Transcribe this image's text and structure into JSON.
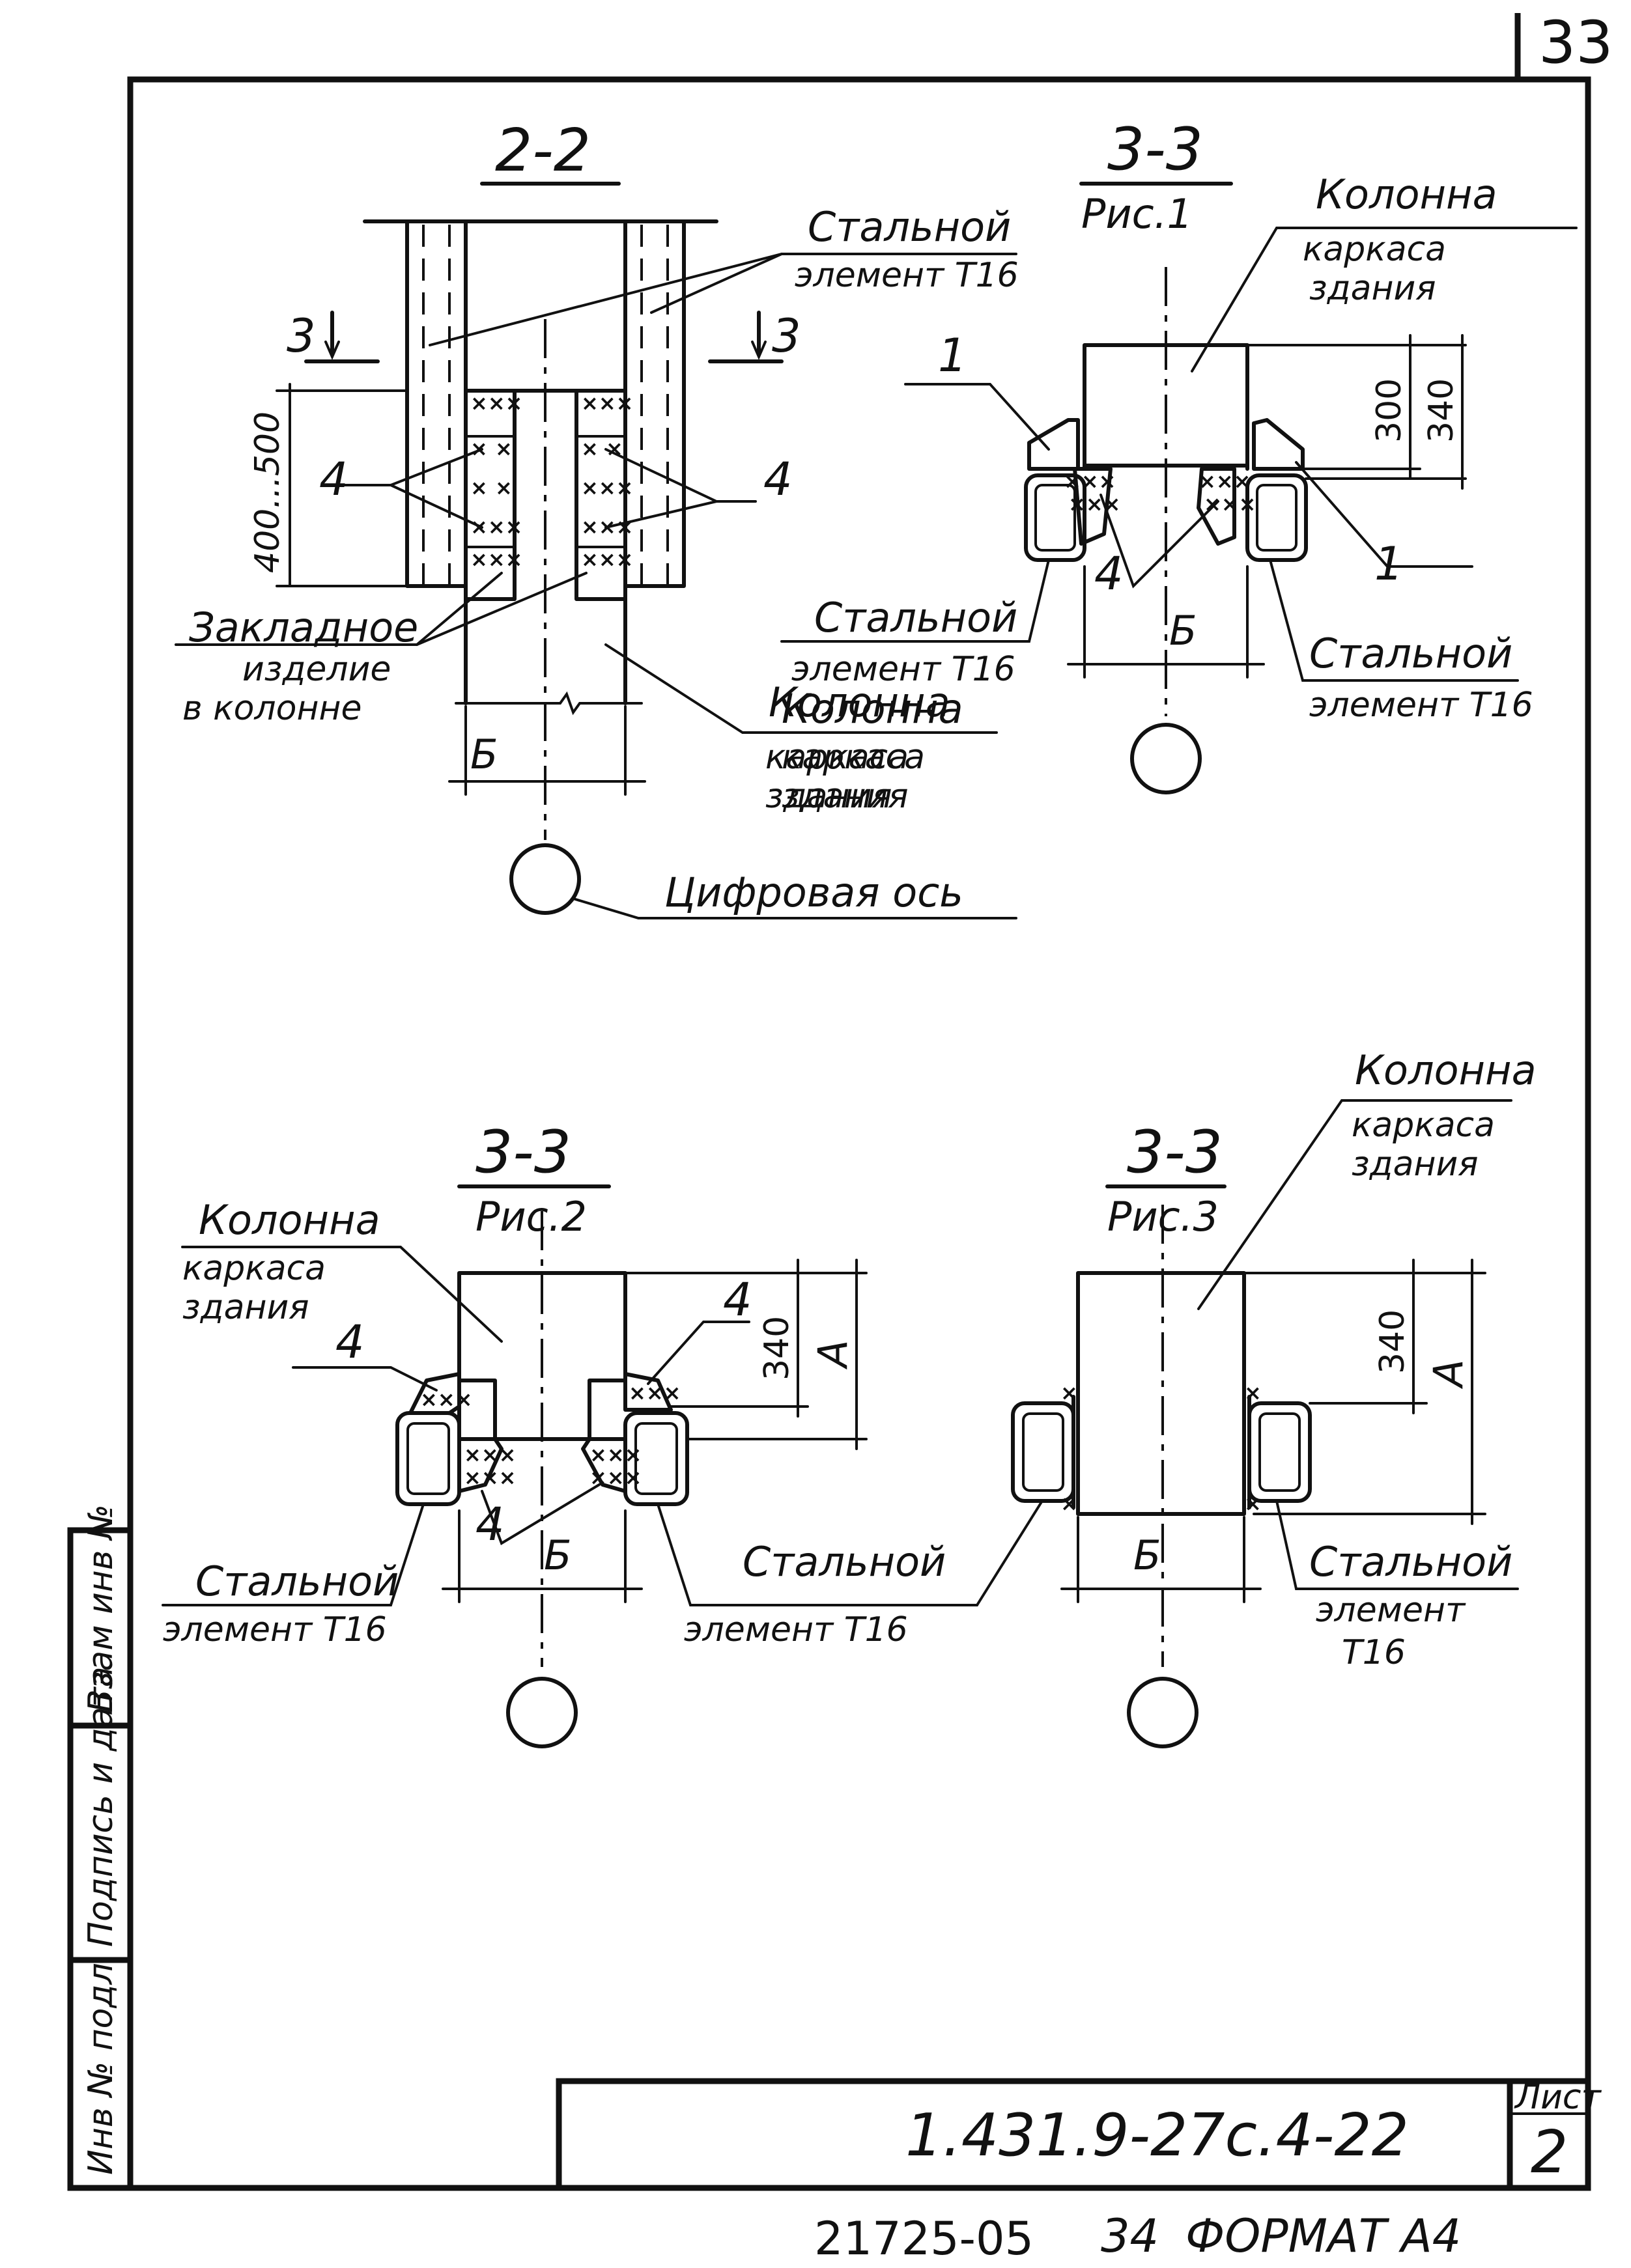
{
  "sheet": {
    "page_number": "33",
    "list_label": "Лист",
    "list_number": "2",
    "doc_code": "1.431.9-27с.4-22",
    "bottom_note_left": "21725-05",
    "bottom_note_mid": "34",
    "bottom_note_format": "ФОРМАТ А4"
  },
  "side_stamp": {
    "cell1": "Инв № подл",
    "cell2": "Подпись и дата",
    "cell3": "Взам инв №"
  },
  "views": {
    "v22": {
      "title": "2-2",
      "steel_element_1": "Стальной",
      "steel_element_2": "элемент Т16",
      "embed_1": "Закладное",
      "embed_2": "изделие",
      "embed_3": "в колонне",
      "column_1": "Колонна",
      "column_2": "каркаса",
      "column_3": "здания",
      "dim_range": "400...500",
      "dim_b": "Б",
      "mark_4a": "4",
      "mark_4b": "4",
      "section_mark_left": "3",
      "section_mark_right": "3",
      "axis_label": "Цифровая ось"
    },
    "v33_1": {
      "title": "3-3",
      "subtitle": "Рис.1",
      "column_1": "Колонна",
      "column_2": "каркаса",
      "column_3": "здания",
      "mark_1a": "1",
      "mark_1b": "1",
      "mark_4": "4",
      "dim_300": "300",
      "dim_340": "340",
      "dim_b": "Б",
      "steel_left_1": "Стальной",
      "steel_left_2": "элемент Т16",
      "steel_right_1": "Стальной",
      "steel_right_2": "элемент Т16",
      "column_b_1": "Колонна",
      "column_b_2": "каркаса",
      "column_b_3": "здания"
    },
    "v33_2": {
      "title": "3-3",
      "subtitle": "Рис.2",
      "column_1": "Колонна",
      "column_2": "каркаса",
      "column_3": "здания",
      "mark_4a": "4",
      "mark_4b": "4",
      "mark_4c": "4",
      "dim_340": "340",
      "dim_a": "А",
      "dim_b": "Б",
      "steel_left_1": "Стальной",
      "steel_left_2": "элемент Т16",
      "steel_right_1": "Стальной",
      "steel_right_2": "элемент Т16"
    },
    "v33_3": {
      "title": "3-3",
      "subtitle": "Рис.3",
      "column_1": "Колонна",
      "column_2": "каркаса",
      "column_3": "здания",
      "dim_340": "340",
      "dim_a": "А",
      "dim_b": "Б",
      "steel_1": "Стальной",
      "steel_2": "элемент",
      "steel_3": "Т16"
    }
  }
}
